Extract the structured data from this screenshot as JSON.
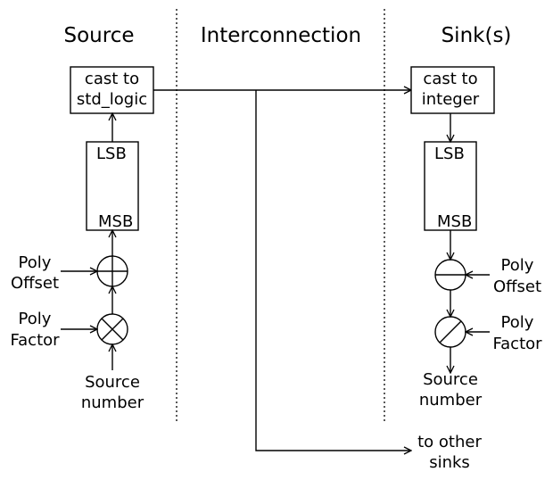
{
  "headers": {
    "source": "Source",
    "interconnection": "Interconnection",
    "sinks": "Sink(s)"
  },
  "source": {
    "cast_box": [
      "cast to",
      "std_logic"
    ],
    "register": {
      "lsb": "LSB",
      "msb": "MSB"
    },
    "offset_label": [
      "Poly",
      "Offset"
    ],
    "factor_label": [
      "Poly",
      "Factor"
    ],
    "number_label": [
      "Source",
      "number"
    ],
    "add_op": "add",
    "mul_op": "multiply"
  },
  "sink": {
    "cast_box": [
      "cast to",
      "integer"
    ],
    "register": {
      "lsb": "LSB",
      "msb": "MSB"
    },
    "offset_label": [
      "Poly",
      "Offset"
    ],
    "factor_label": [
      "Poly",
      "Factor"
    ],
    "number_label": [
      "Source",
      "number"
    ],
    "sub_op": "subtract",
    "div_op": "divide"
  },
  "other_sinks": [
    "to other",
    "sinks"
  ]
}
